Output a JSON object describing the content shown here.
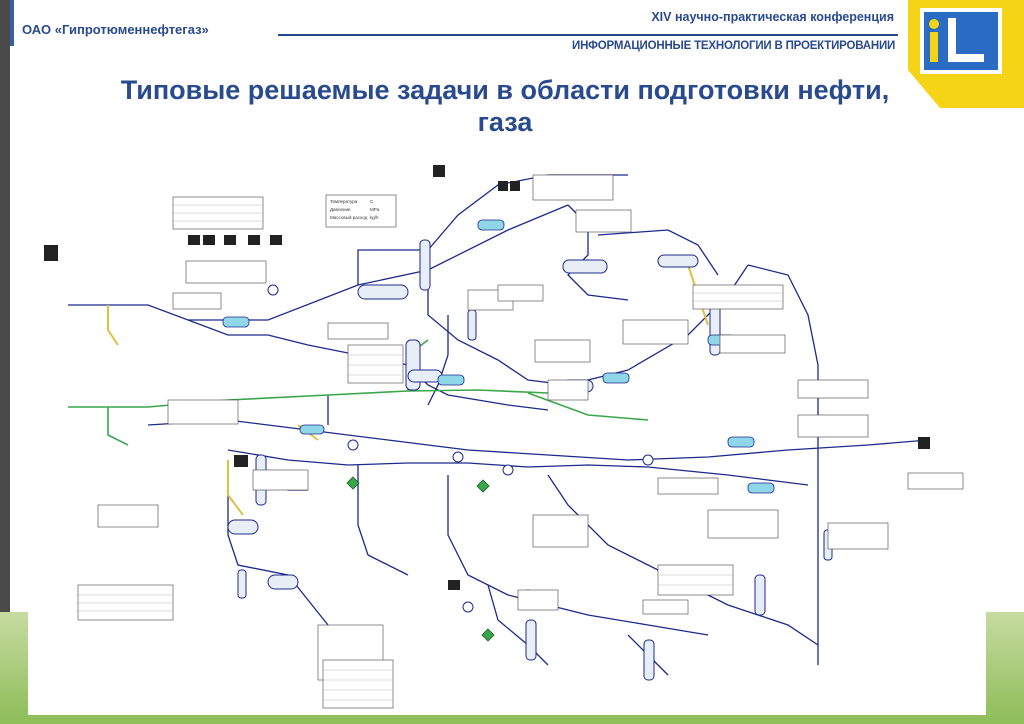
{
  "header": {
    "company": "ОАО «Гипротюменнефтегаз»",
    "conference": "XIV научно-практическая конференция",
    "conference_topic": "ИНФОРМАЦИОННЫЕ ТЕХНОЛОГИИ В ПРОЕКТИРОВАНИИ"
  },
  "slide": {
    "title_line1": "Типовые решаемые задачи в области подготовки нефти,",
    "title_line2": "газа"
  },
  "colors": {
    "brand_blue": "#2a4a8e",
    "logo_yellow": "#f5d418",
    "band_green": "#8ebd58",
    "pipe_blue": "#1c2a8c",
    "pipe_green": "#3aa64a",
    "pipe_yellow": "#e0c040",
    "equipment_cyan": "#8fd6e8"
  },
  "diagram": {
    "labels": {
      "temperature": "Температура",
      "pressure": "Давление",
      "mass_flow": "Массовый расход",
      "unit_c": "C",
      "unit_mpa": "MPa",
      "unit_kgh": "kg/h"
    }
  }
}
